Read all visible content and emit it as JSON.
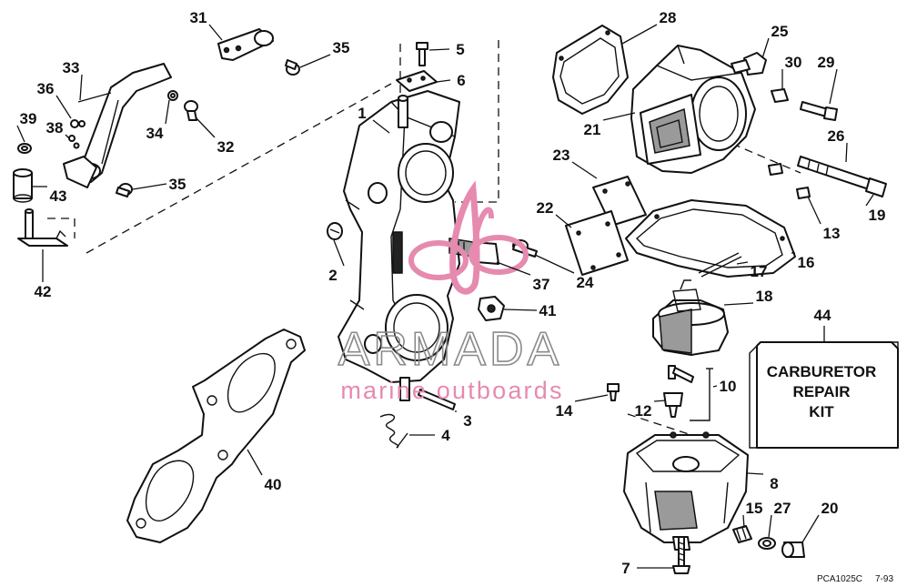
{
  "callouts": [
    {
      "id": "1",
      "label": "1"
    },
    {
      "id": "2",
      "label": "2"
    },
    {
      "id": "3",
      "label": "3"
    },
    {
      "id": "4",
      "label": "4"
    },
    {
      "id": "5",
      "label": "5"
    },
    {
      "id": "6",
      "label": "6"
    },
    {
      "id": "7",
      "label": "7"
    },
    {
      "id": "8",
      "label": "8"
    },
    {
      "id": "10",
      "label": "10"
    },
    {
      "id": "12",
      "label": "12"
    },
    {
      "id": "13",
      "label": "13"
    },
    {
      "id": "14",
      "label": "14"
    },
    {
      "id": "15",
      "label": "15"
    },
    {
      "id": "16",
      "label": "16"
    },
    {
      "id": "17",
      "label": "17"
    },
    {
      "id": "18",
      "label": "18"
    },
    {
      "id": "19",
      "label": "19"
    },
    {
      "id": "20",
      "label": "20"
    },
    {
      "id": "21",
      "label": "21"
    },
    {
      "id": "22",
      "label": "22"
    },
    {
      "id": "23",
      "label": "23"
    },
    {
      "id": "24",
      "label": "24"
    },
    {
      "id": "25",
      "label": "25"
    },
    {
      "id": "26",
      "label": "26"
    },
    {
      "id": "27",
      "label": "27"
    },
    {
      "id": "28",
      "label": "28"
    },
    {
      "id": "29",
      "label": "29"
    },
    {
      "id": "30",
      "label": "30"
    },
    {
      "id": "31",
      "label": "31"
    },
    {
      "id": "32",
      "label": "32"
    },
    {
      "id": "33",
      "label": "33"
    },
    {
      "id": "34",
      "label": "34"
    },
    {
      "id": "35a",
      "label": "35"
    },
    {
      "id": "35b",
      "label": "35"
    },
    {
      "id": "36",
      "label": "36"
    },
    {
      "id": "37",
      "label": "37"
    },
    {
      "id": "38",
      "label": "38"
    },
    {
      "id": "39",
      "label": "39"
    },
    {
      "id": "40",
      "label": "40"
    },
    {
      "id": "41",
      "label": "41"
    },
    {
      "id": "42",
      "label": "42"
    },
    {
      "id": "43",
      "label": "43"
    },
    {
      "id": "44",
      "label": "44"
    }
  ],
  "kit_box": {
    "lines": [
      "CARBURETOR",
      "REPAIR",
      "KIT"
    ]
  },
  "watermark": {
    "brand": "ARMADA",
    "tagline": "marine outboards",
    "brand_color": "#e68ab0"
  },
  "drawing_code": {
    "code": "PCA1025C",
    "date": "7-93"
  }
}
